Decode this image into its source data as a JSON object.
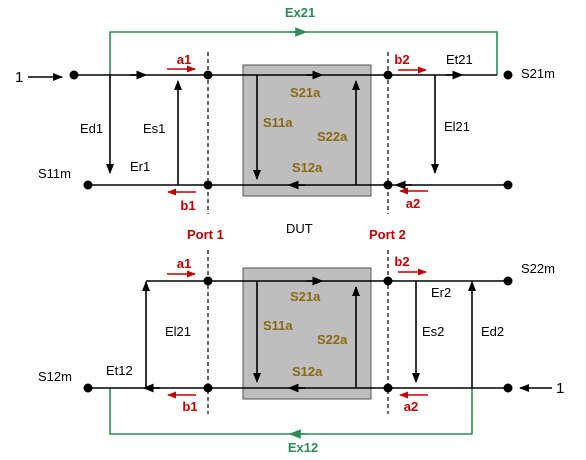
{
  "colors": {
    "line": "#000000",
    "dut_fill": "#BEBEBE",
    "red": "#C00000",
    "green": "#2E8B57",
    "gold": "#8B6914"
  },
  "top": {
    "source": "1",
    "s21m": "S21m",
    "s11m": "S11m",
    "ex21": "Ex21",
    "ed1": "Ed1",
    "es1": "Es1",
    "er1": "Er1",
    "et21": "Et21",
    "el21": "El21",
    "a1": "a1",
    "b1": "b1",
    "a2": "a2",
    "b2": "b2",
    "s21a": "S21a",
    "s11a": "S11a",
    "s22a": "S22a",
    "s12a": "S12a"
  },
  "middle": {
    "port1": "Port 1",
    "dut": "DUT",
    "port2": "Port 2"
  },
  "bottom": {
    "source": "1",
    "s22m": "S22m",
    "s12m": "S12m",
    "ex12": "Ex12",
    "er2": "Er2",
    "es2": "Es2",
    "ed2": "Ed2",
    "el21": "El21",
    "et12": "Et12",
    "a1": "a1",
    "b1": "b1",
    "a2": "a2",
    "b2": "b2",
    "s21a": "S21a",
    "s11a": "S11a",
    "s22a": "S22a",
    "s12a": "S12a"
  }
}
